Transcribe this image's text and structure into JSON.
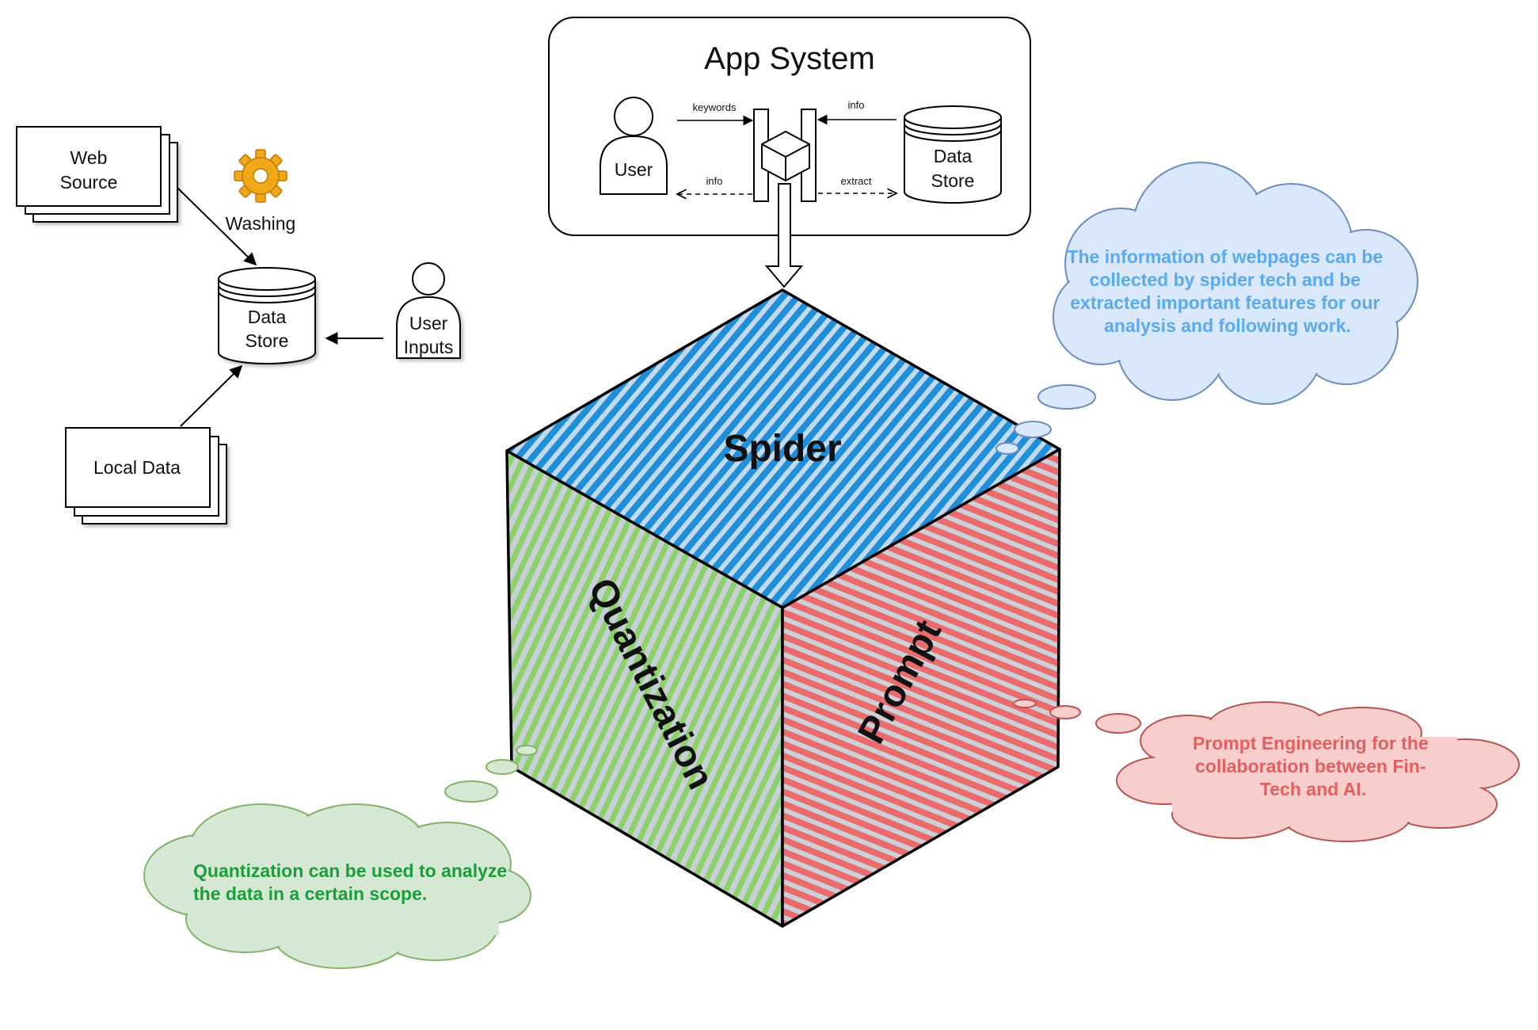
{
  "app_system": {
    "title": "App System",
    "user_label": "User",
    "data_store_line1": "Data",
    "data_store_line2": "Store",
    "edge_keywords": "keywords",
    "edge_info_top": "info",
    "edge_info_bottom": "info",
    "edge_extract": "extract"
  },
  "pipeline": {
    "web_source_line1": "Web",
    "web_source_line2": "Source",
    "washing_label": "Washing",
    "data_store_line1": "Data",
    "data_store_line2": "Store",
    "user_inputs_line1": "User",
    "user_inputs_line2": "Inputs",
    "local_data_label": "Local Data"
  },
  "cube": {
    "top_label": "Spider",
    "left_label": "Quantization",
    "right_label": "Prompt",
    "colors": {
      "top": "#1e8fd8",
      "left": "#8cd16a",
      "right": "#ea6b6b"
    }
  },
  "clouds": {
    "spider": {
      "lines": [
        "The information of webpages can be",
        "collected by spider tech and be",
        "extracted important features for our",
        "analysis and following work."
      ],
      "text_color": "#5aaaf0",
      "fill": "#dae8fc",
      "stroke": "#6c8ebf"
    },
    "prompt": {
      "lines": [
        "Prompt Engineering for the",
        "collaboration between Fin-",
        "Tech and AI."
      ],
      "text_color": "#e06060",
      "fill": "#f8cecc",
      "stroke": "#b85450"
    },
    "quantization": {
      "lines": [
        "Quantization can be used to analyze",
        "the data in a certain scope."
      ],
      "text_color": "#1a9e3a",
      "fill": "#d5e8d4",
      "stroke": "#82b366"
    }
  }
}
